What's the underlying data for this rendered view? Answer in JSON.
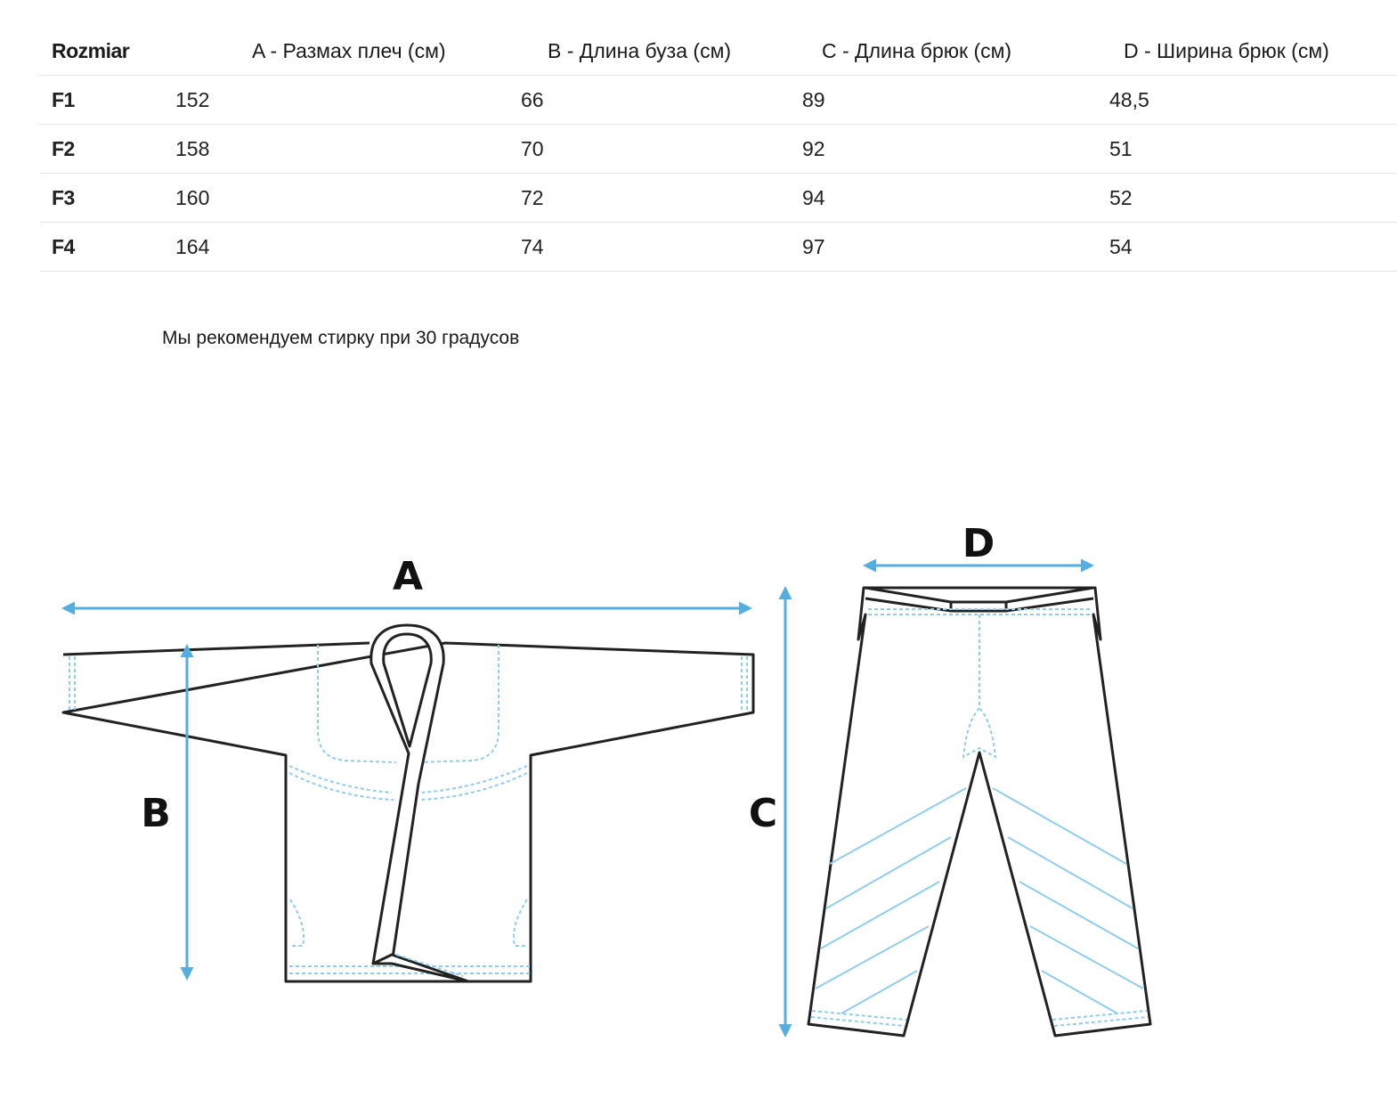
{
  "table": {
    "headers": [
      "Rozmiar",
      "A - Размах плеч (см)",
      "B - Длина буза (см)",
      "C - Длина брюк (см)",
      "D - Ширина брюк (см)"
    ],
    "rows": [
      {
        "size": "F1",
        "a": "152",
        "b": "66",
        "c": "89",
        "d": "48,5"
      },
      {
        "size": "F2",
        "a": "158",
        "b": "70",
        "c": "92",
        "d": "51"
      },
      {
        "size": "F3",
        "a": "160",
        "b": "72",
        "c": "94",
        "d": "52"
      },
      {
        "size": "F4",
        "a": "164",
        "b": "74",
        "c": "97",
        "d": "54"
      }
    ]
  },
  "note": "Мы рекомендуем стирку при 30 градусов",
  "diagram": {
    "labels": {
      "a": "A",
      "b": "B",
      "c": "C",
      "d": "D"
    },
    "colors": {
      "outline": "#222222",
      "measure": "#55aee0",
      "stitch": "#8fcdf0"
    }
  }
}
